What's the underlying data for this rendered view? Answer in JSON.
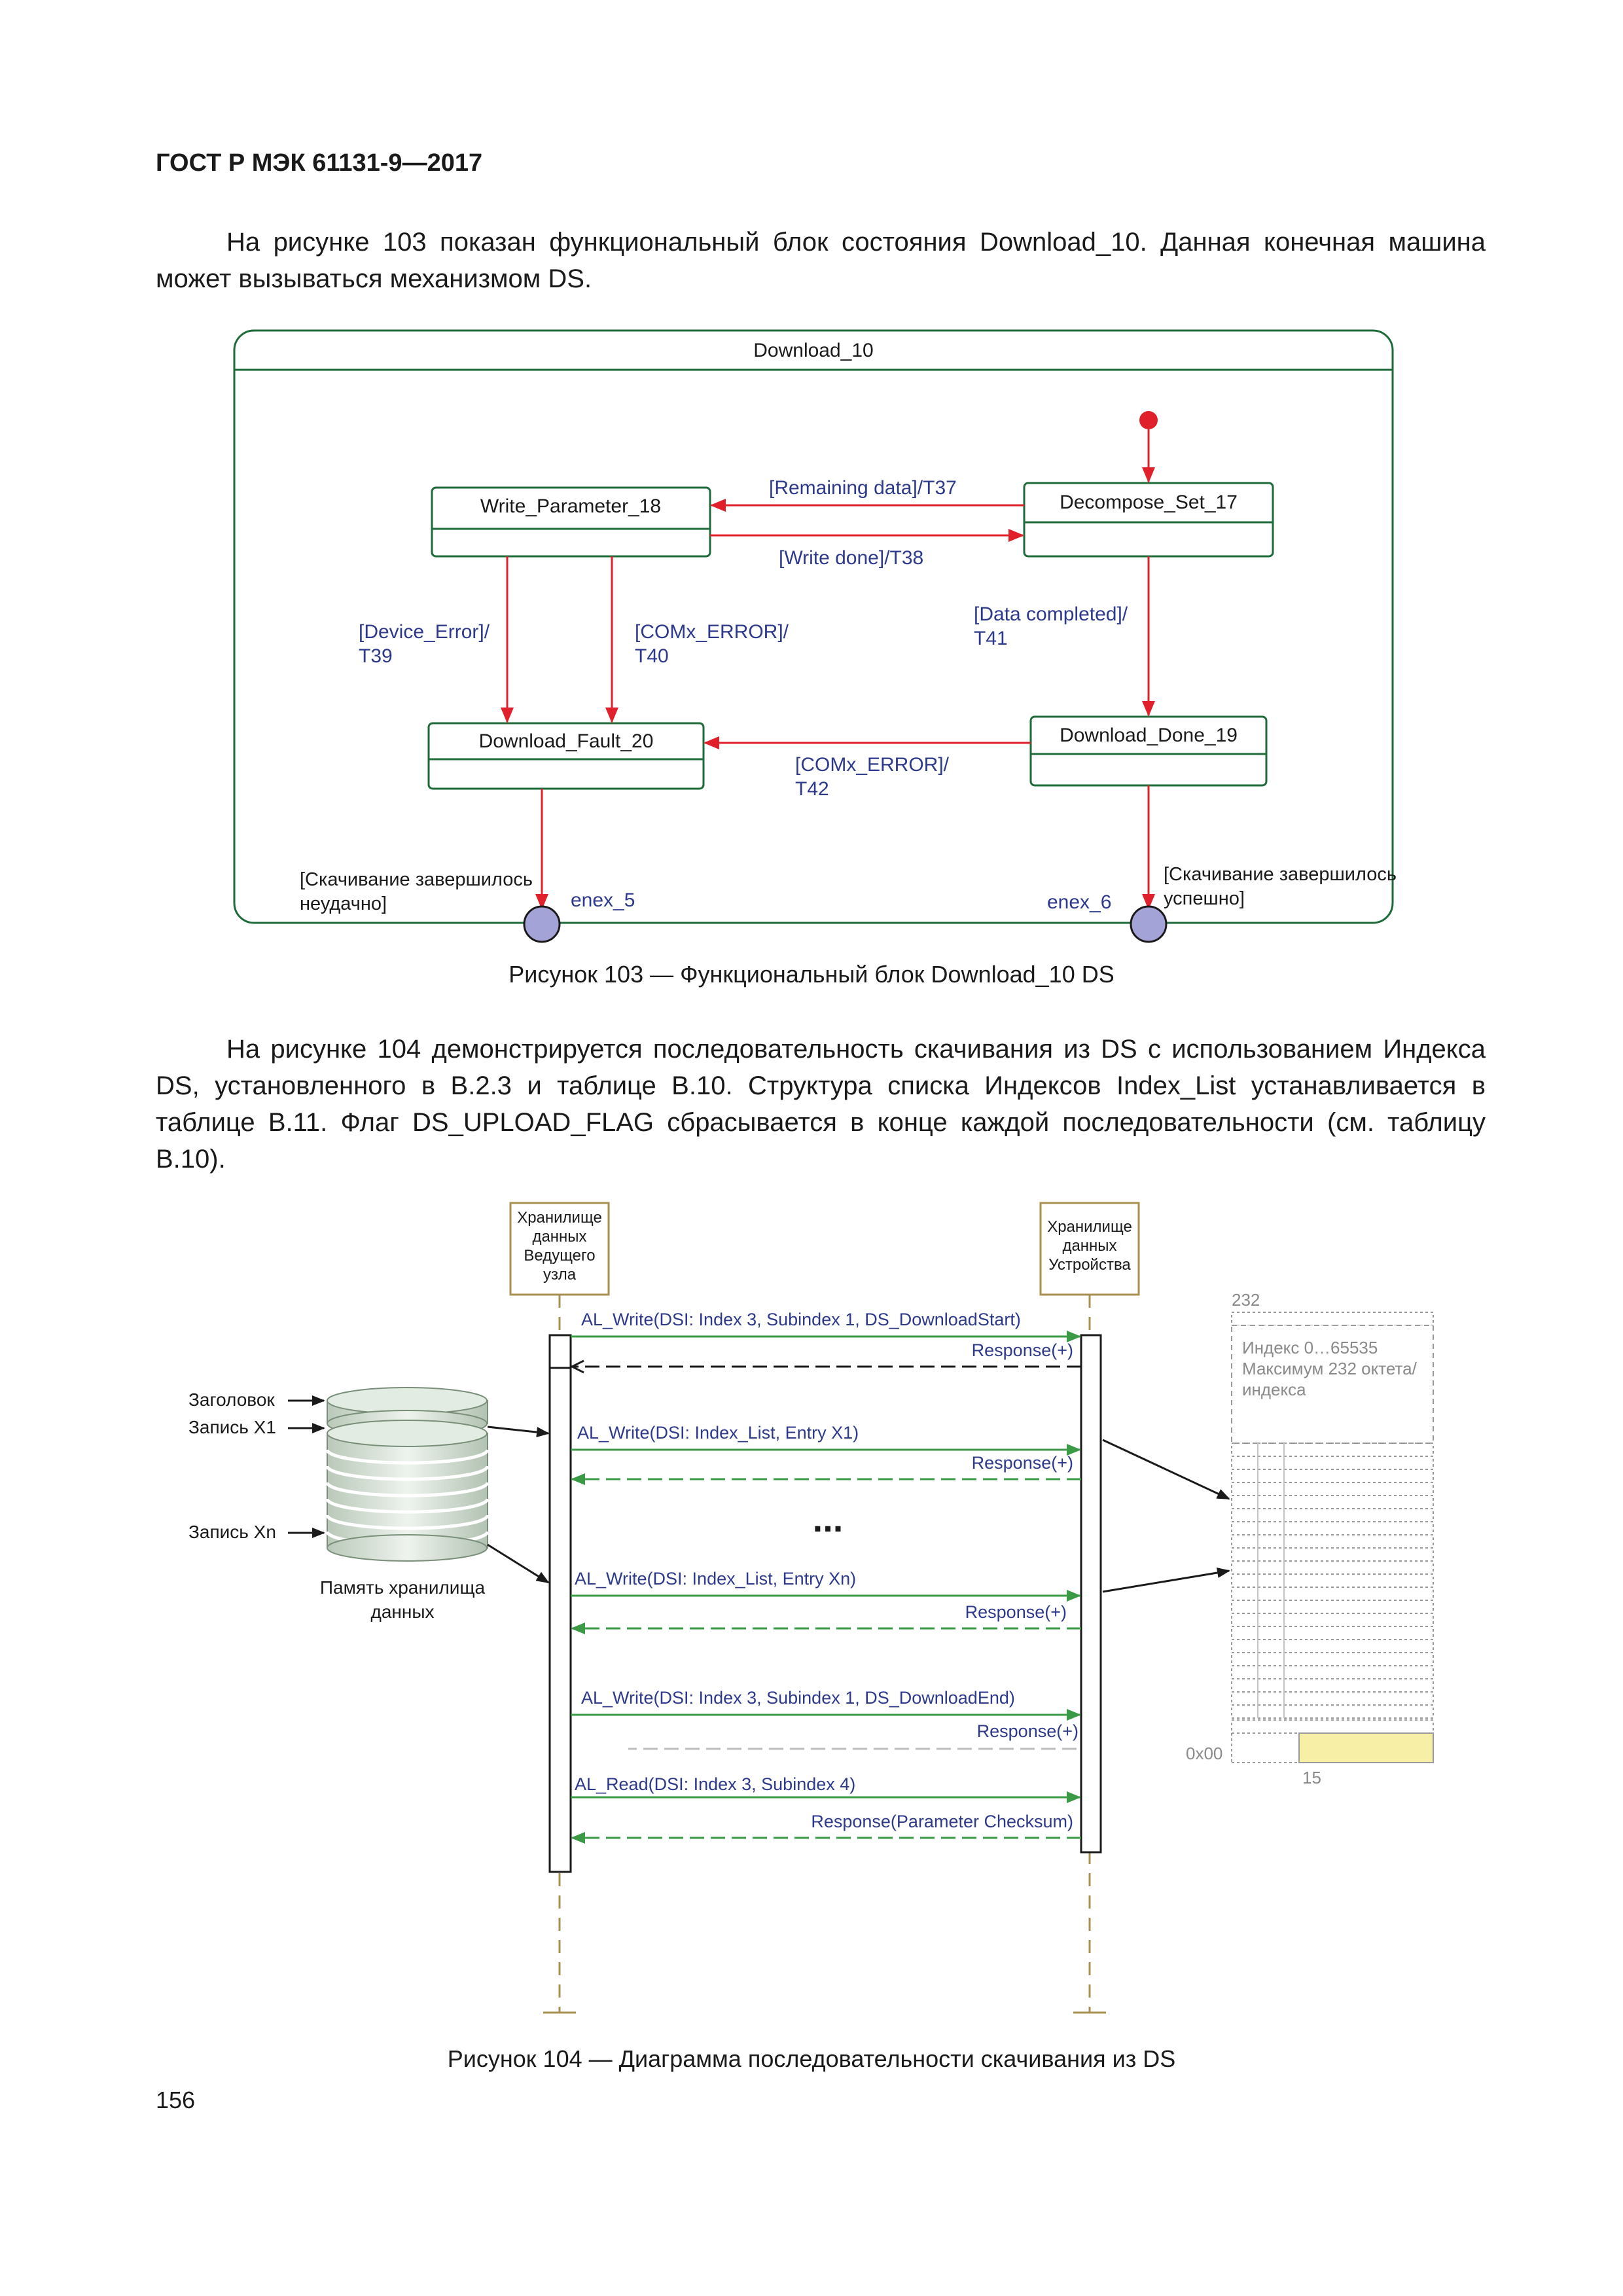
{
  "header": {
    "standard": "ГОСТ Р МЭК 61131-9—2017"
  },
  "paragraph_1": "На рисунке 103 показан функциональный блок состояния Download_10. Данная конечная машина может вызываться механизмом DS.",
  "figure_103": {
    "block_title": "Download_10",
    "states": {
      "write_parameter": "Write_Parameter_18",
      "decompose_set": "Decompose_Set_17",
      "download_fault": "Download_Fault_20",
      "download_done": "Download_Done_19"
    },
    "transitions": {
      "t37": "[Remaining data]/T37",
      "t38": "[Write done]/T38",
      "t39_a": "[Device_Error]/",
      "t39_b": "T39",
      "t40_a": "[COMx_ERROR]/",
      "t40_b": "T40",
      "t41_a": "[Data completed]/",
      "t41_b": "T41",
      "t42_a": "[COMx_ERROR]/",
      "t42_b": "T42"
    },
    "exits": {
      "fail_a": "[Скачивание завершилось",
      "fail_b": "неудачно]",
      "ok_a": "[Скачивание завершилось",
      "ok_b": "успешно]",
      "enex5": "enex_5",
      "enex6": "enex_6"
    },
    "caption": "Рисунок 103 — Функциональный блок Download_10 DS"
  },
  "paragraph_2": "На рисунке 104 демонстрируется последовательность скачивания из DS с использованием Индекса DS, установленного в В.2.3 и таблице В.10. Структура списка Индексов Index_List устанавливается в таблице В.11. Флаг DS_UPLOAD_FLAG сбрасывается в конце каждой последовательности (см. таблицу В.10).",
  "figure_104": {
    "master_lifeline": [
      "Хранилище",
      "данных",
      "Ведущего",
      "узла"
    ],
    "device_lifeline": [
      "Хранилище",
      "данных",
      "Устройства"
    ],
    "messages": {
      "m1": "AL_Write(DSI: Index 3, Subindex 1, DS_DownloadStart)",
      "r1": "Response(+)",
      "m2": "AL_Write(DSI: Index_List, Entry X1)",
      "r2": "Response(+)",
      "ellipsis": "...",
      "m3": "AL_Write(DSI: Index_List, Entry Xn)",
      "r3": "Response(+)",
      "m4": "AL_Write(DSI: Index 3, Subindex 1, DS_DownloadEnd)",
      "r4": "Response(+)",
      "m5": "AL_Read(DSI: Index 3, Subindex 4)",
      "r5": "Response(Parameter Checksum)"
    },
    "storage": {
      "header_label": "Заголовок",
      "record_x1": "Запись Х1",
      "record_xn": "Запись Хn",
      "memory_a": "Память хранилища",
      "memory_b": "данных"
    },
    "memory_map": {
      "top_value": "232",
      "note_1": "Индекс 0…65535",
      "note_2": "Максимум 232 октета/",
      "note_3": "индекса",
      "dots": "...",
      "bottom_addr": "0x00",
      "bottom_value": "15"
    },
    "caption": "Рисунок 104 — Диаграмма последовательности скачивания из DS"
  },
  "page_number": "156",
  "colors": {
    "state_border": "#1e6b3a",
    "transition_arrow": "#e0202a",
    "transition_text": "#2d3a8c",
    "message_arrow": "#3a9a45",
    "message_text": "#2d3a8c",
    "lifeline_head": "#a89050",
    "exit_node": "#a3a3d8",
    "memory_fill": "#f7efa6"
  }
}
